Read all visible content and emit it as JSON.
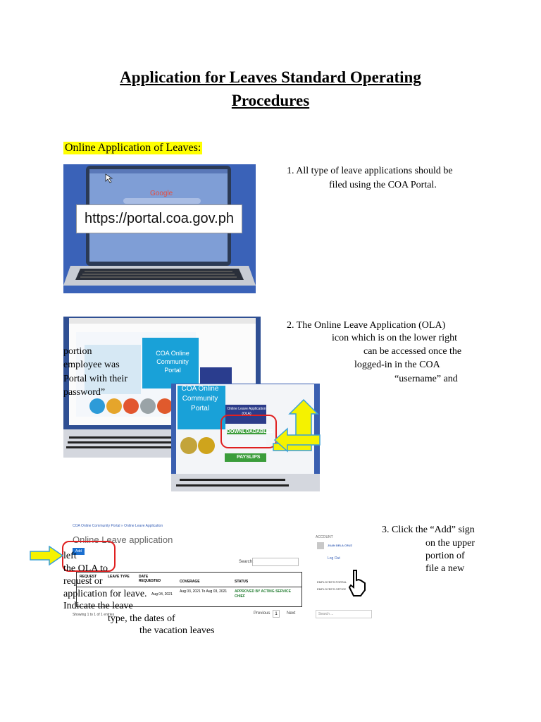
{
  "title": {
    "line1": "Application for Leaves Standard Operating",
    "line2": "Procedures"
  },
  "section_heading": "Online Application of Leaves:",
  "steps": {
    "s1": {
      "line1": "1. All type of leave applications should be",
      "line2": "filed using the COA Portal."
    },
    "s2": {
      "line1": "2. The Online Leave Application (OLA)",
      "line2": "icon which is on the lower right",
      "line3": "portion",
      "line4": "can be accessed once the",
      "line5": "employee was",
      "line6": "logged-in in the COA",
      "line7": "Portal with their",
      "line8": "“username” and",
      "line9": "password”"
    },
    "s3": {
      "line1": "3. Click the “Add” sign",
      "line2": "on the upper",
      "line3": "left",
      "line4": "portion of",
      "line5": "the OLA to",
      "line6": "file a new",
      "line7": "request or",
      "line8": "application for leave.",
      "line9": "Indicate the leave",
      "line10": "type, the dates of",
      "line11": "the vacation leaves"
    }
  },
  "image1": {
    "url_text": "https://portal.coa.gov.ph",
    "google_text": "Google"
  },
  "image2": {
    "portal_title": "COA Online Community Portal",
    "portal_title_2": "COA Online Community Portal",
    "downloadables": "DOWNLOADABLES",
    "payslips": "PAYSLIPS",
    "ola_label": "Online Leave Application (OLA)"
  },
  "image3": {
    "breadcrumb": "COA Online Community Portal » Online Leave Application",
    "heading": "Online Leave application",
    "add_button": "Add",
    "search_label": "Search:",
    "columns": [
      "REQUEST",
      "LEAVE TYPE",
      "DATE REQUESTED",
      "COVERAGE",
      "STATUS"
    ],
    "row": {
      "date_requested": "Aug 04, 2021",
      "coverage": "Aug 03, 2021 To Aug 03, 2021",
      "status": "APPROVED BY ACTING SERVICE CHIEF"
    },
    "showing": "Showing 1 to 1 of 1 entries",
    "prev": "Previous",
    "page": "1",
    "next": "Next",
    "account_label": "ACCOUNT",
    "account_name": "JUAN DELA CRUZ",
    "logout": "Log Out",
    "menu1": "EMPLOYEE'S PORTAL",
    "menu2": "EMPLOYEE'S OFFICE",
    "sidebar_search": "Search ..."
  },
  "colors": {
    "highlight": "#ffff00",
    "portal_blue": "#3a5fb0",
    "arrow_yellow": "#f5f200",
    "arrow_outline": "#3aa0d8",
    "circle_red": "#e02020",
    "status_green": "#1f7a2e"
  }
}
